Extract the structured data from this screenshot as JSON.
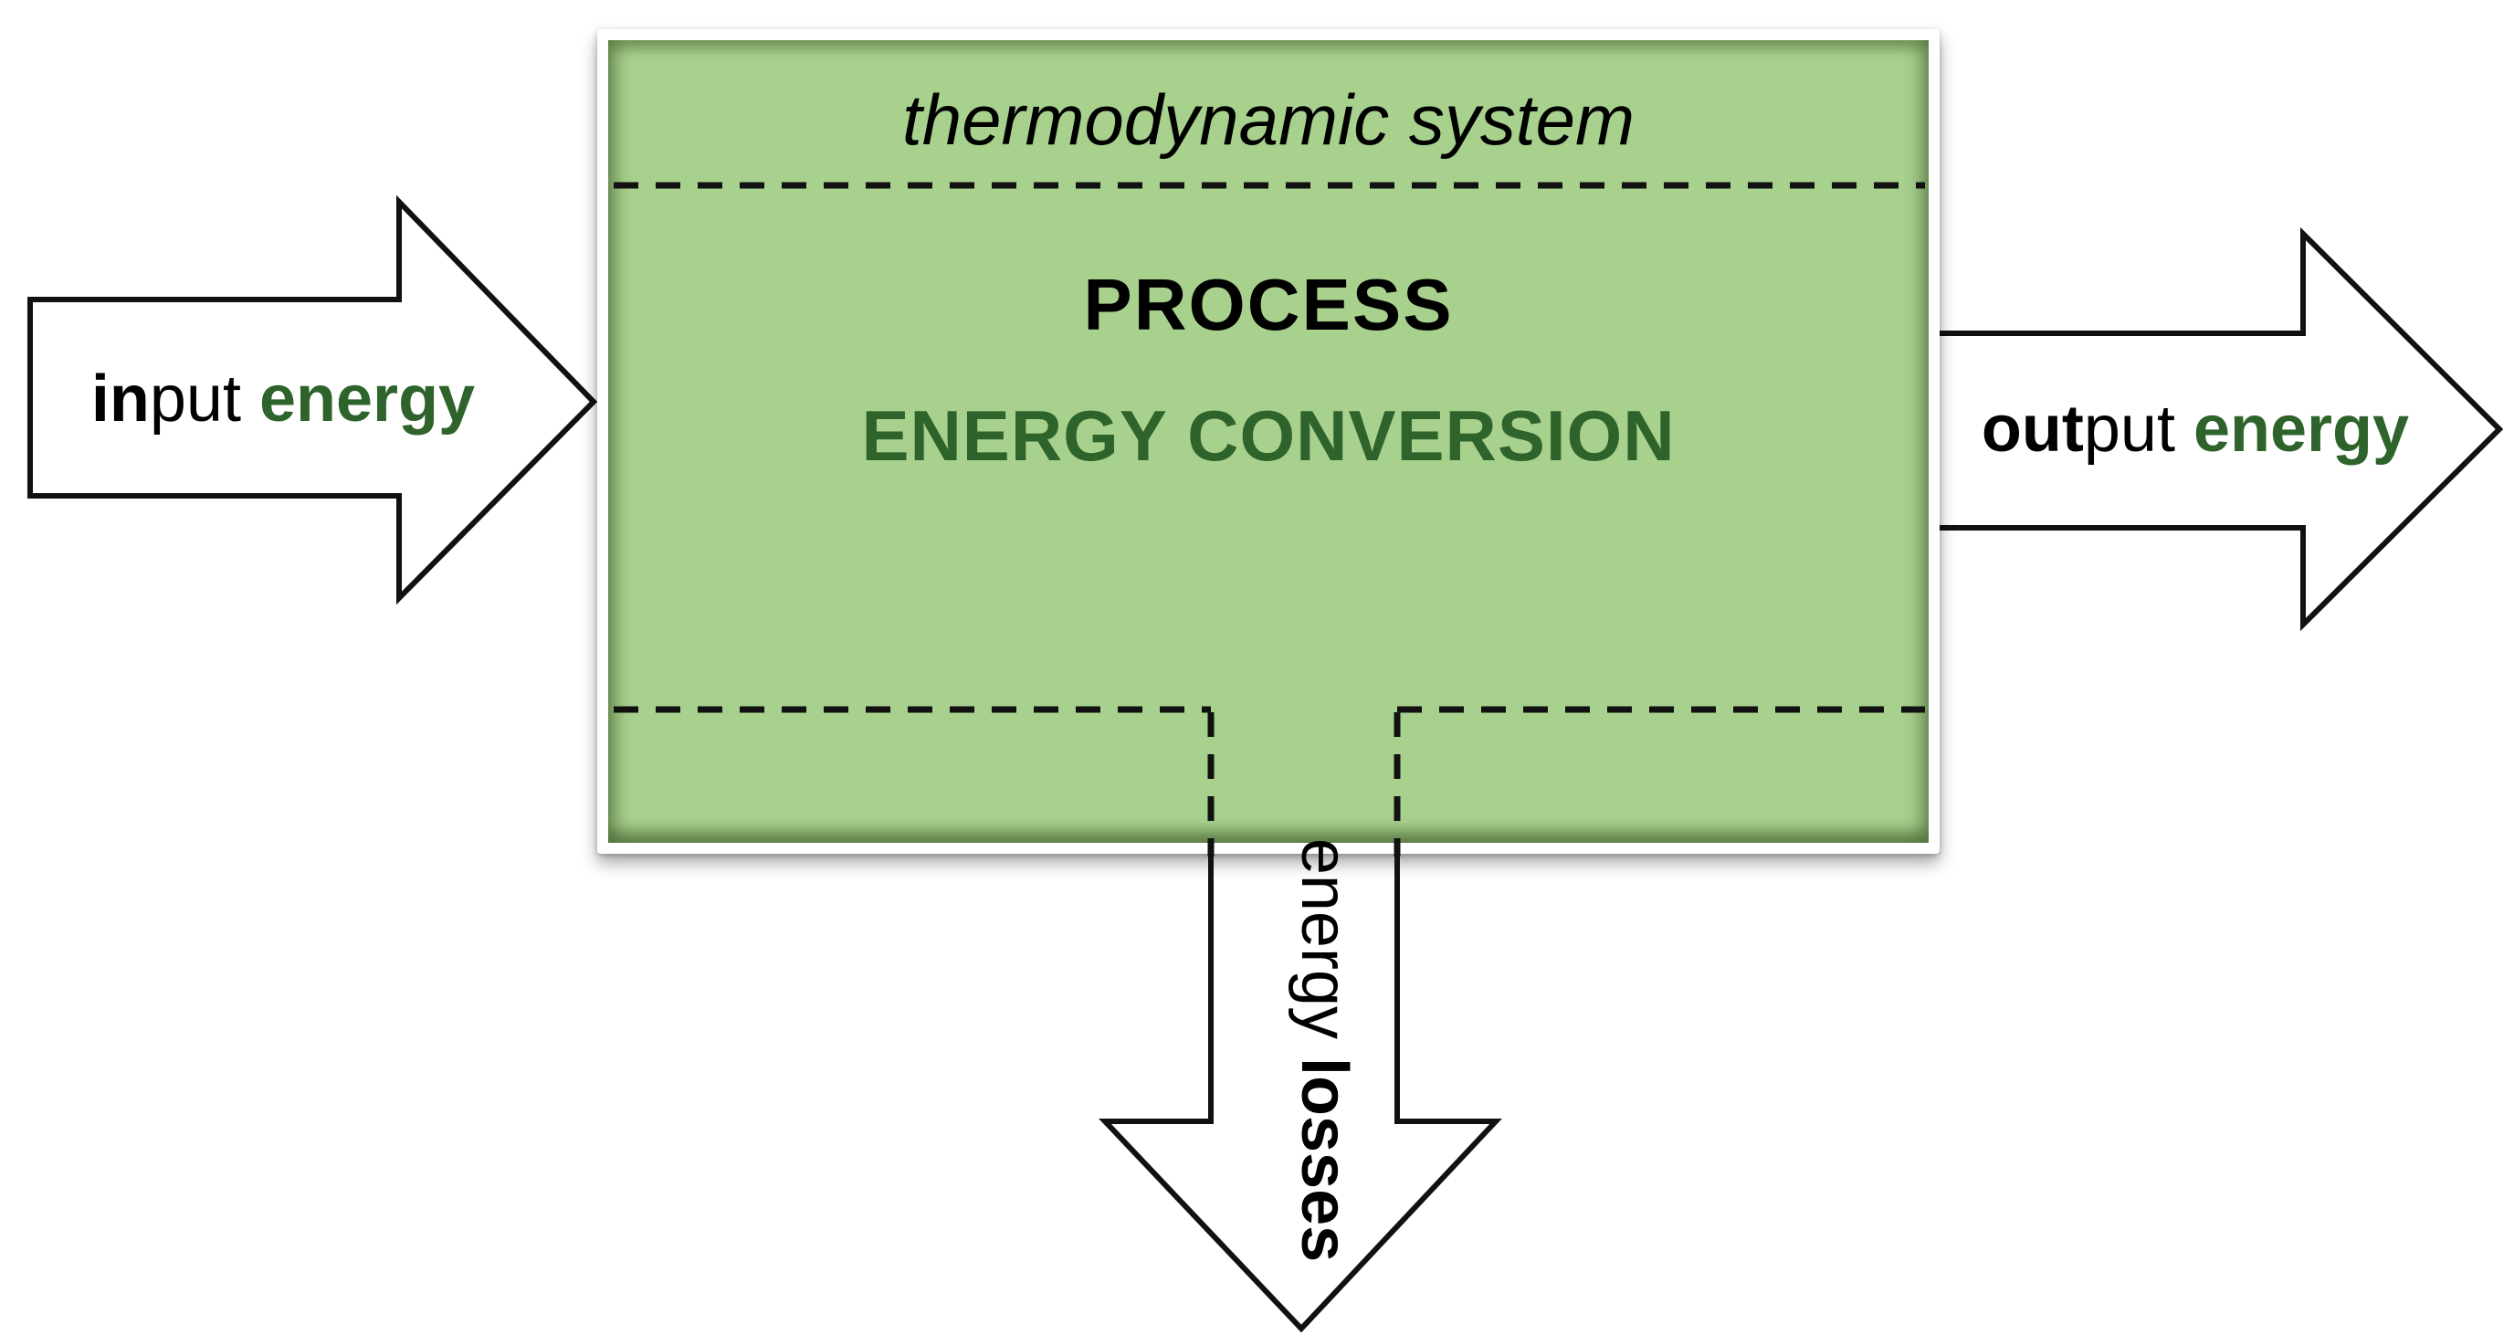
{
  "box": {
    "system_label": "thermodynamic system",
    "process_label": "PROCESS",
    "conversion_label": "ENERGY CONVERSION"
  },
  "arrows": {
    "input": {
      "bold_prefix": "in",
      "rest": "put ",
      "energy_word": "energy"
    },
    "output": {
      "bold_prefix": "out",
      "rest": "put ",
      "energy_word": "energy"
    },
    "losses": {
      "normal_word": "energy ",
      "bold_word": "losses"
    }
  },
  "colors": {
    "box_fill": "#a9d18e",
    "accent_green": "#2e642b",
    "line_color": "#111111"
  }
}
